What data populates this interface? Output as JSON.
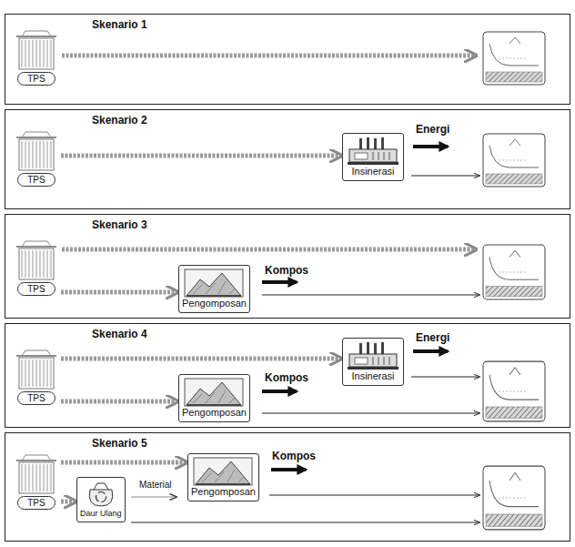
{
  "diagram": {
    "nodes": [
      {
        "text": [
          "Skenario 1"
        ]
      },
      {
        "text": [
          "TPS"
        ],
        "in": 0
      },
      {
        "text": [
          "Skenario 2"
        ]
      },
      {
        "text": [
          "TPS"
        ],
        "in": 2
      },
      {
        "text": [
          "Insinerasi"
        ],
        "in": 2
      },
      {
        "text": [
          "Skenario 3"
        ]
      },
      {
        "text": [
          "TPS"
        ],
        "in": 5
      },
      {
        "text": [
          "Pengomposan"
        ],
        "in": 5
      },
      {
        "text": [
          "Skenario 4"
        ]
      },
      {
        "text": [
          "TPS"
        ],
        "in": 8
      },
      {
        "text": [
          "Insinerasi"
        ],
        "in": 8
      },
      {
        "text": [
          "Pengomposan"
        ],
        "in": 8
      },
      {
        "text": [
          "Skenario 5"
        ]
      },
      {
        "text": [
          "TPS"
        ],
        "in": 12
      },
      {
        "text": [
          "Daur Ulang"
        ],
        "in": 12
      },
      {
        "text": [
          "Pengomposan"
        ],
        "in": 12
      }
    ],
    "edges": [
      {
        "from": 3,
        "to": 4,
        "arrow": "to"
      },
      {
        "from": 6,
        "to": 7,
        "arrow": "to"
      },
      {
        "from": 9,
        "to": 10,
        "arrow": "to"
      },
      {
        "from": 9,
        "to": 11,
        "arrow": "to"
      },
      {
        "from": 13,
        "to": 15,
        "arrow": "to"
      },
      {
        "from": 13,
        "to": 14,
        "arrow": "to"
      }
    ],
    "labels": [
      "Energi",
      "Kompos",
      "Energi",
      "Kompos",
      "Kompos",
      "Material"
    ]
  }
}
